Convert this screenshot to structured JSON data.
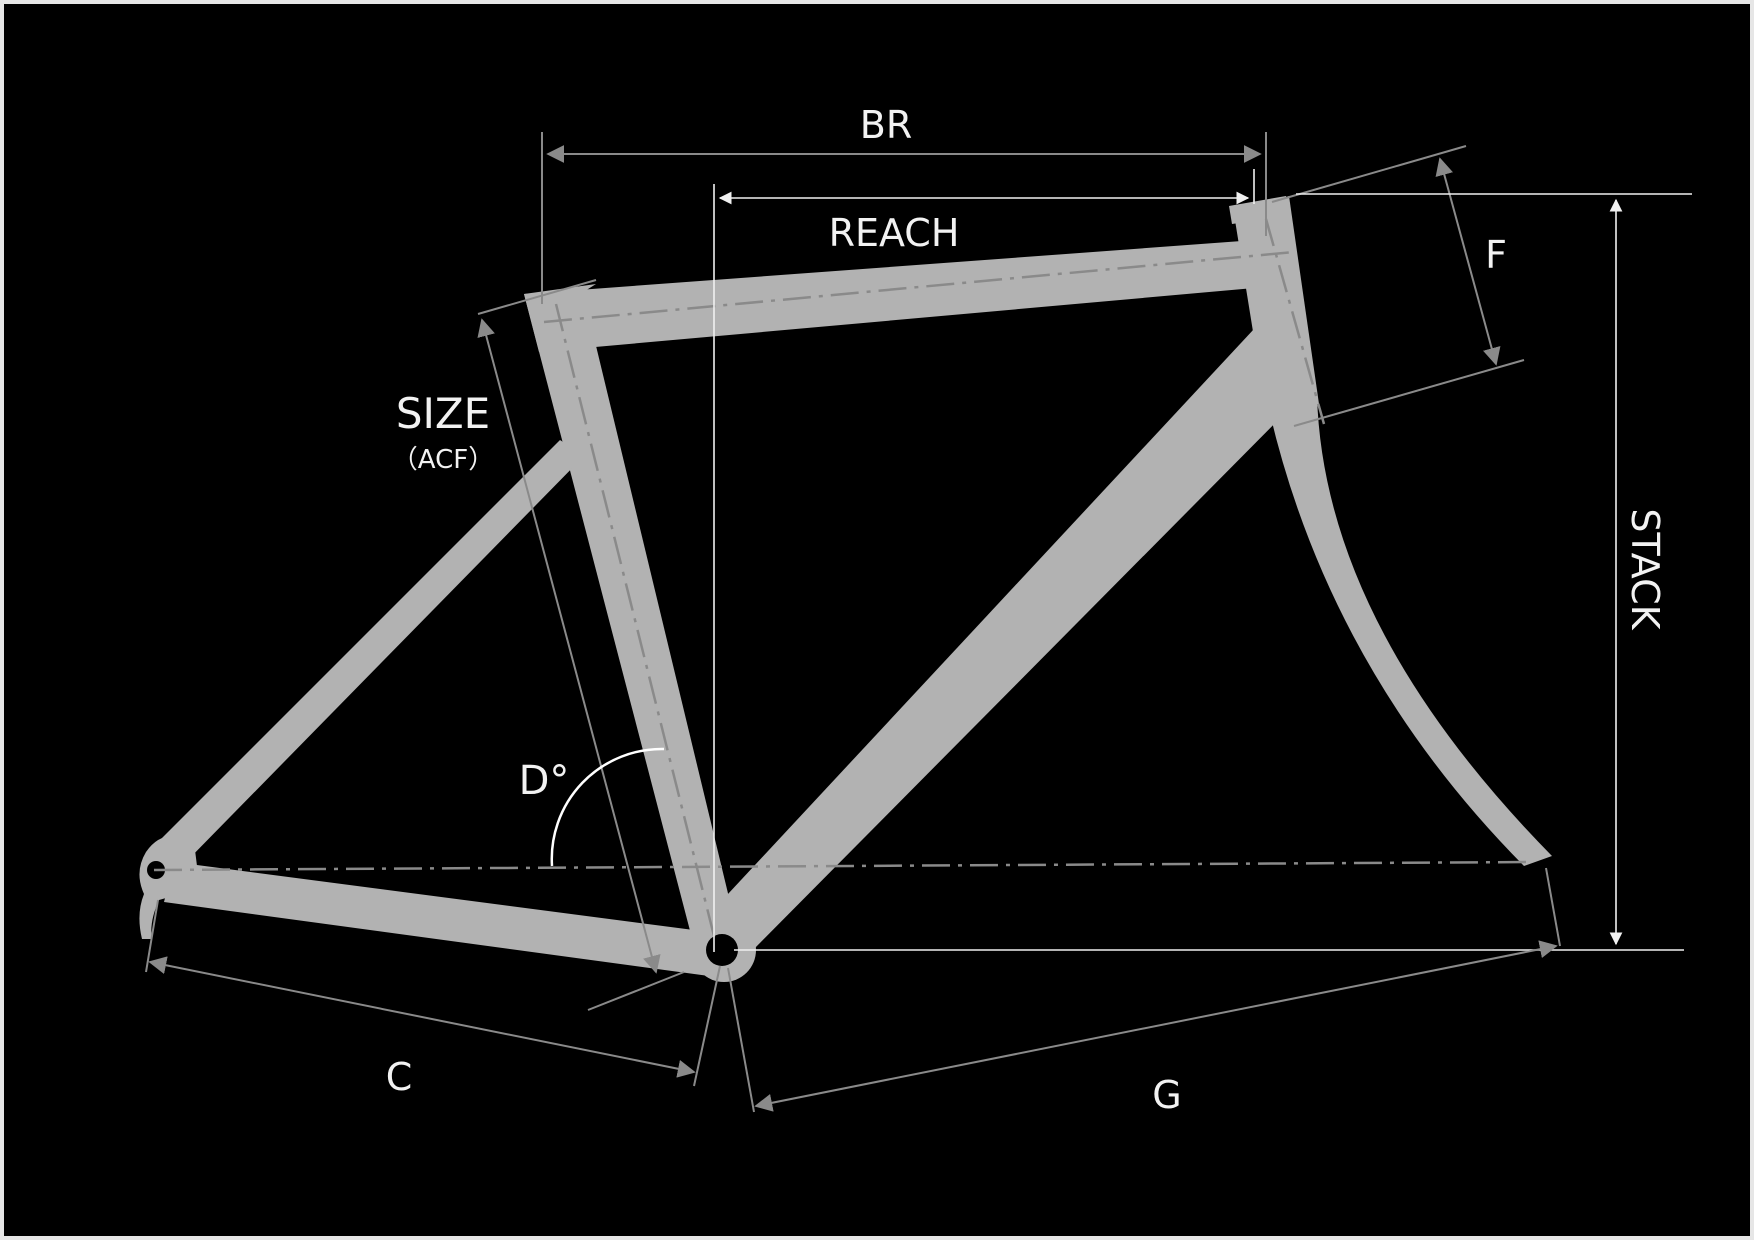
{
  "labels": {
    "br": "BR",
    "reach": "REACH",
    "f": "F",
    "stack": "STACK",
    "size": "SIZE",
    "acf": "（ACF）",
    "d": "D°",
    "c": "C",
    "g": "G"
  },
  "colors": {
    "background": "#000000",
    "frame": "#b2b2b2",
    "dimension_dark": "#8a8a8a",
    "dimension_light": "#f0f0f0",
    "label": "#f2f2f2"
  }
}
